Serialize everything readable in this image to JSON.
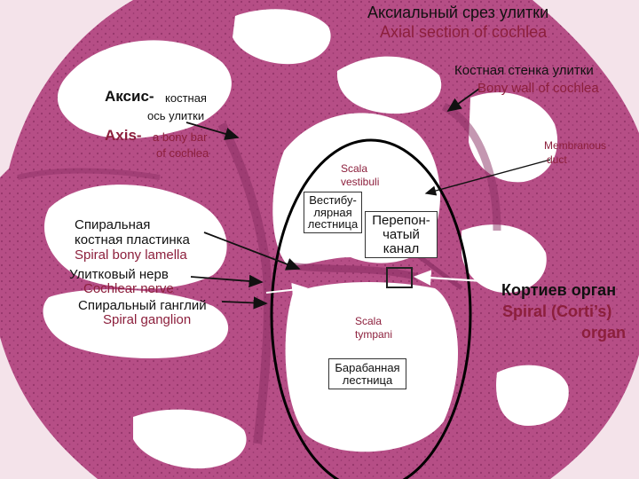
{
  "title": {
    "ru": "Аксиальный срез улитки",
    "en": "Axial section of cochlea"
  },
  "labels": {
    "bony_wall": {
      "ru": "Костная стенка улитки",
      "en": "Bony wall of cochlea"
    },
    "axis": {
      "ru_main": "Аксис-",
      "ru_rest1": "костная",
      "ru_rest2": "ось улитки",
      "en_main": "Axis-",
      "en_rest1": "a bony bar",
      "en_rest2": "of cochlea"
    },
    "membranous_duct": {
      "line1": "Membranous",
      "line2": "duct"
    },
    "scala_vestibuli": {
      "line1": "Scala",
      "line2": "vestibuli"
    },
    "vestibular_scala_ru": {
      "line1": "Вестибу-",
      "line2": "лярная",
      "line3": "лестница"
    },
    "membranous_canal_ru": {
      "line1": "Перепон-",
      "line2": "чатый",
      "line3": "канал"
    },
    "spiral_lamella": {
      "ru1": "Спиральная",
      "ru2": "костная пластинка",
      "en": "Spiral bony lamella"
    },
    "cochlear_nerve": {
      "ru": "Улитковый нерв",
      "en": "Cochlear nerve"
    },
    "spiral_ganglion": {
      "ru": "Спиральный ганглий",
      "en": "Spiral ganglion"
    },
    "corti": {
      "ru": "Кортиев орган",
      "en1": "Spiral (Corti’s)",
      "en2": "organ"
    },
    "scala_tympani": {
      "line1": "Scala",
      "line2": "tympani"
    },
    "tympanic_scala_ru": {
      "line1": "Барабанная",
      "line2": "лестница"
    }
  },
  "colors": {
    "tissue": "#b64e86",
    "tissue_dark": "#8a2f64",
    "lumen": "#ffffff",
    "background": "#f4e3ea",
    "text_dark": "#111111",
    "text_pink": "#8c1f3c"
  }
}
